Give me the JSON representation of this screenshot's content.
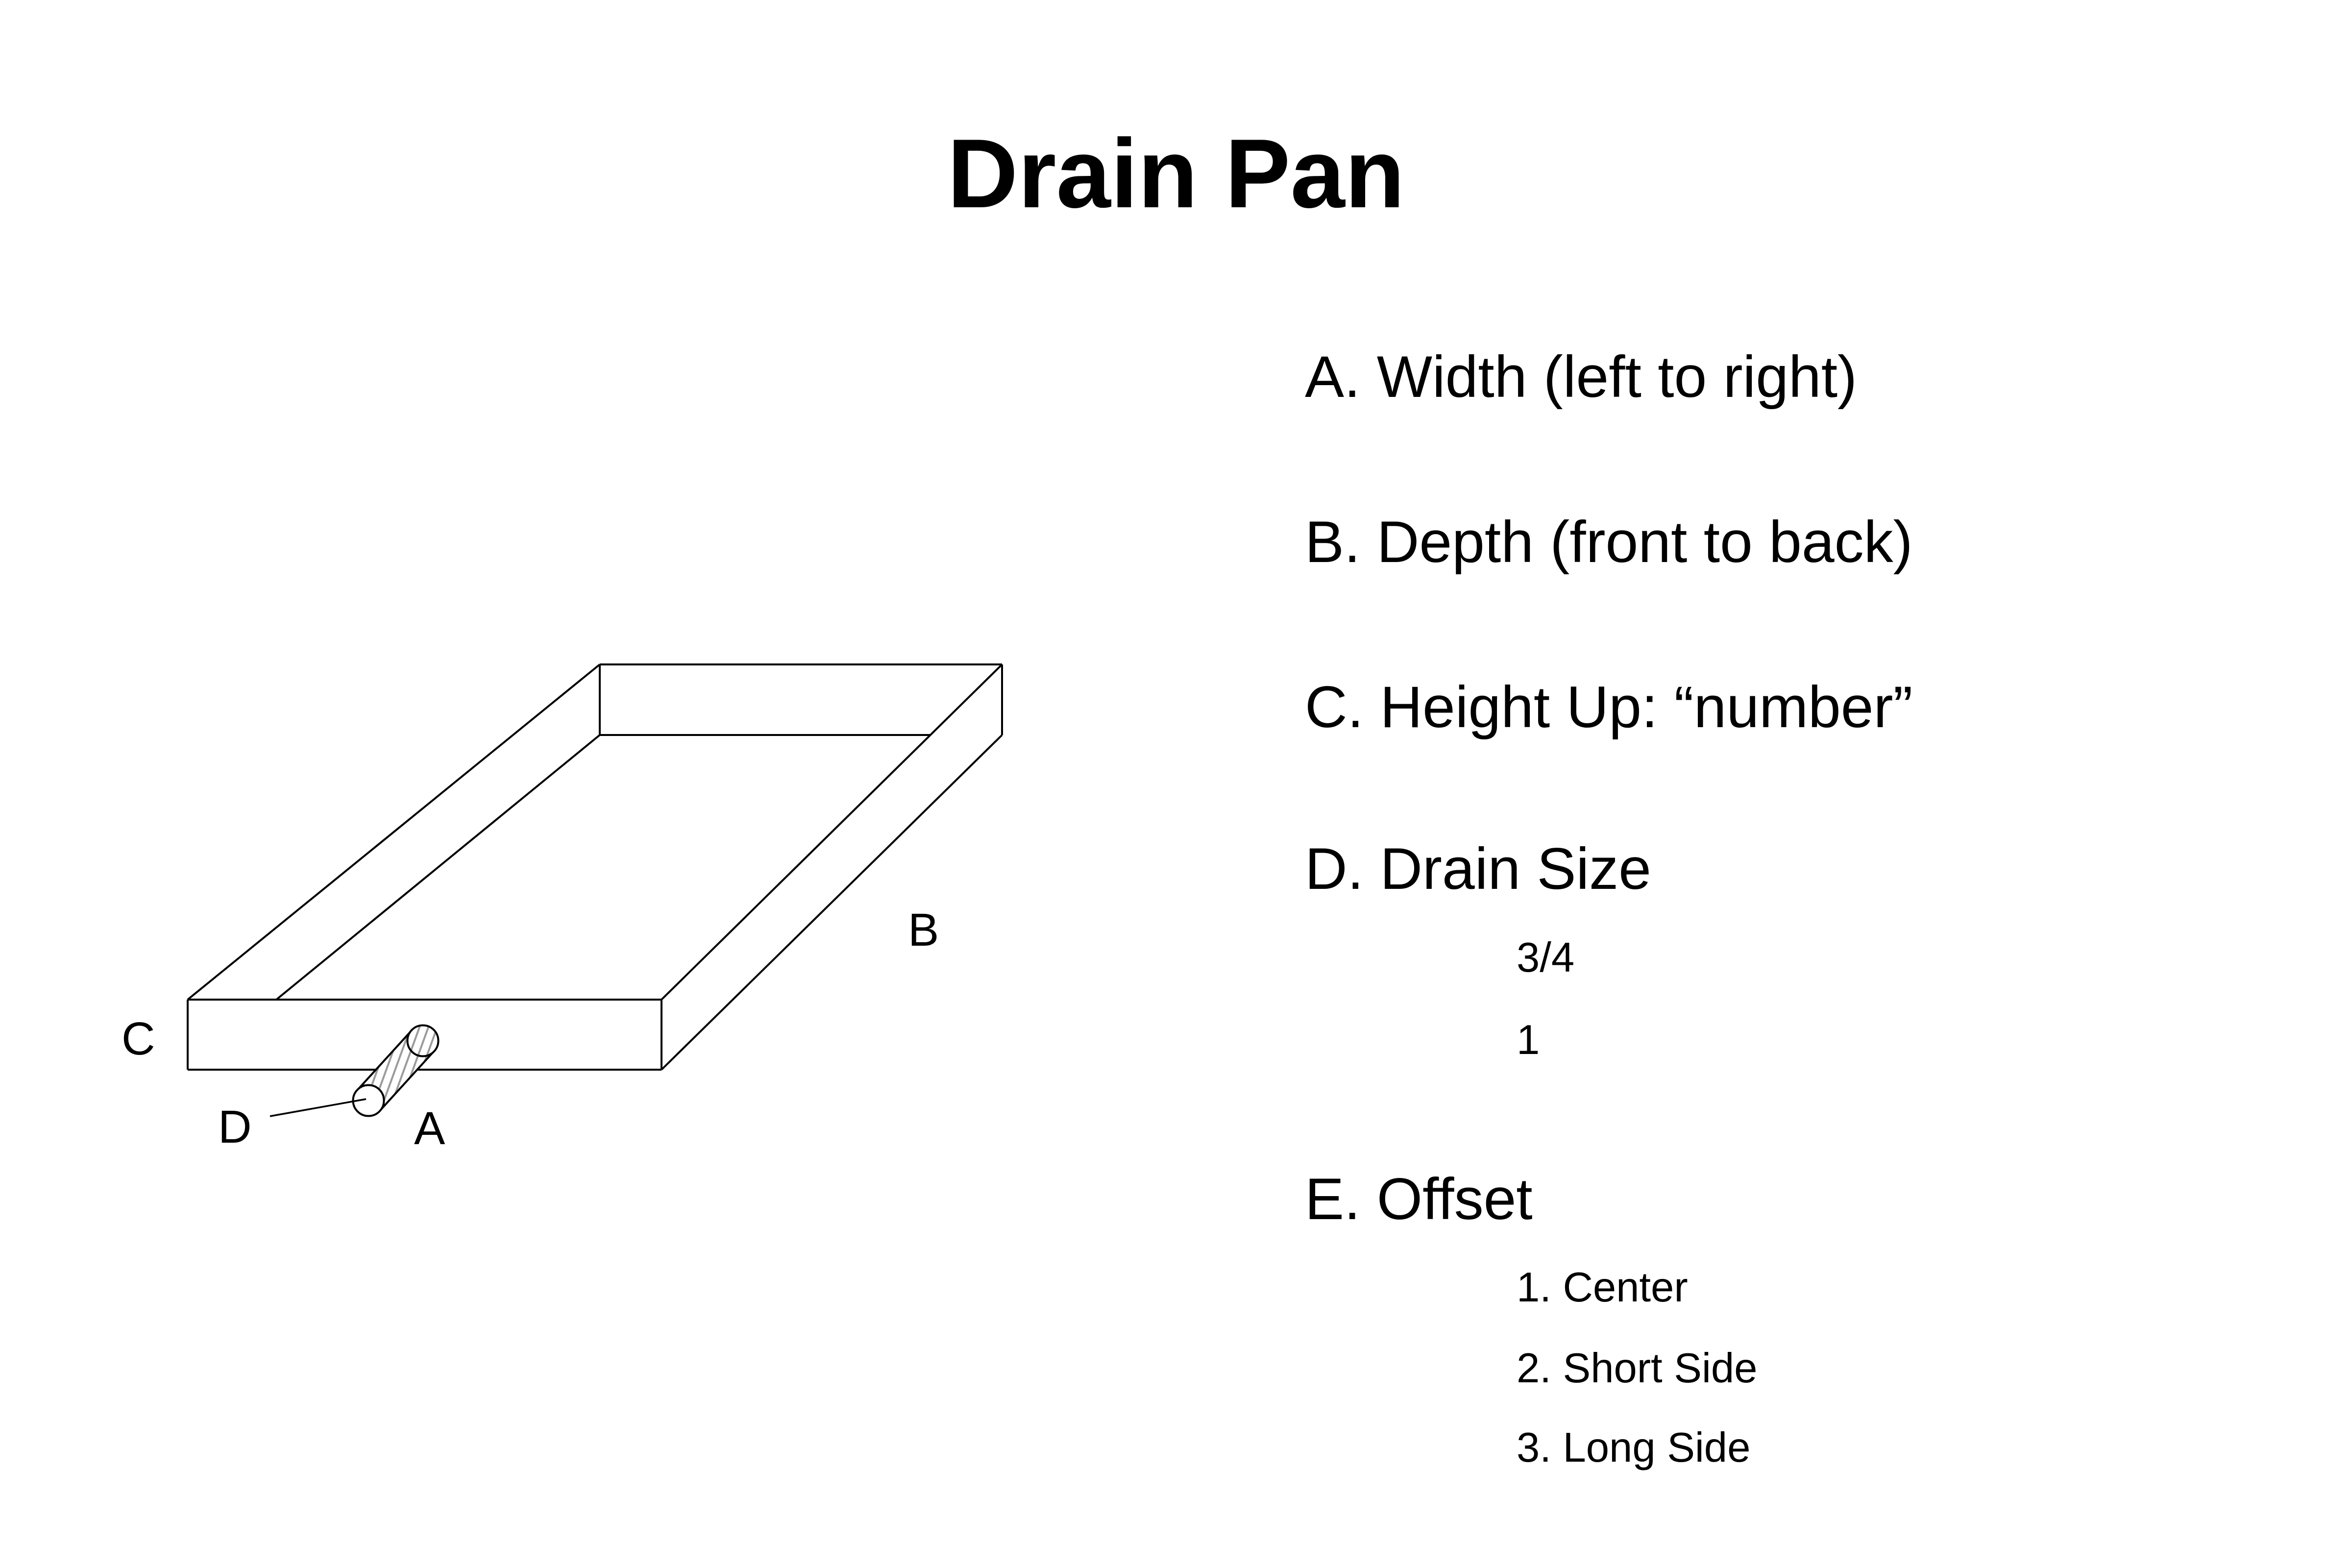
{
  "page": {
    "title": "Drain Pan"
  },
  "colors": {
    "ink": "#000000",
    "hatch_line": "#9b9b9b",
    "background": "#ffffff"
  },
  "legend": {
    "item_a": "A. Width (left to right)",
    "item_b": "B. Depth (front to back)",
    "item_c": "C. Height Up: “number”",
    "item_d": "D. Drain Size",
    "item_d_options": [
      "3/4",
      "1"
    ],
    "item_e": "E. Offset",
    "item_e_options": [
      "1. Center",
      "2. Short Side",
      "3. Long Side"
    ]
  },
  "diagram": {
    "label_width": "A",
    "label_depth": "B",
    "label_height": "C",
    "label_drain": "D"
  }
}
